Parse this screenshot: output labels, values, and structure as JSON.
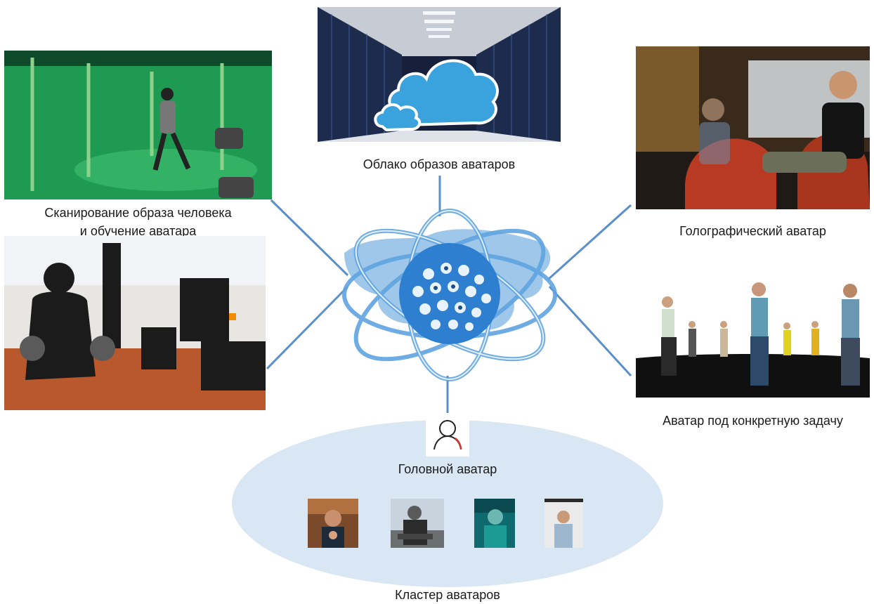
{
  "nodes": {
    "cloud": {
      "label": "Облако образов аватаров",
      "icon": "cloud-datacenter-icon"
    },
    "scan": {
      "label_line1": "Сканирование образа человека",
      "label_line2": "и обучение аватара"
    },
    "holo": {
      "label": "Голографический аватар"
    },
    "task": {
      "label": "Аватар под конкретную задачу"
    },
    "head": {
      "label": "Головной аватар",
      "icon": "user-avatar-icon"
    },
    "cluster": {
      "label": "Кластер аватаров",
      "thumbnail_count": 4
    }
  },
  "center": {
    "icon": "globe-network-icon"
  },
  "colors": {
    "connector": "#5b8fc7",
    "cluster_fill": "#d9e6f4",
    "globe_blue": "#2f7fd0",
    "cloud_blue": "#3aa3de",
    "greenscreen": "#1e9a52"
  }
}
